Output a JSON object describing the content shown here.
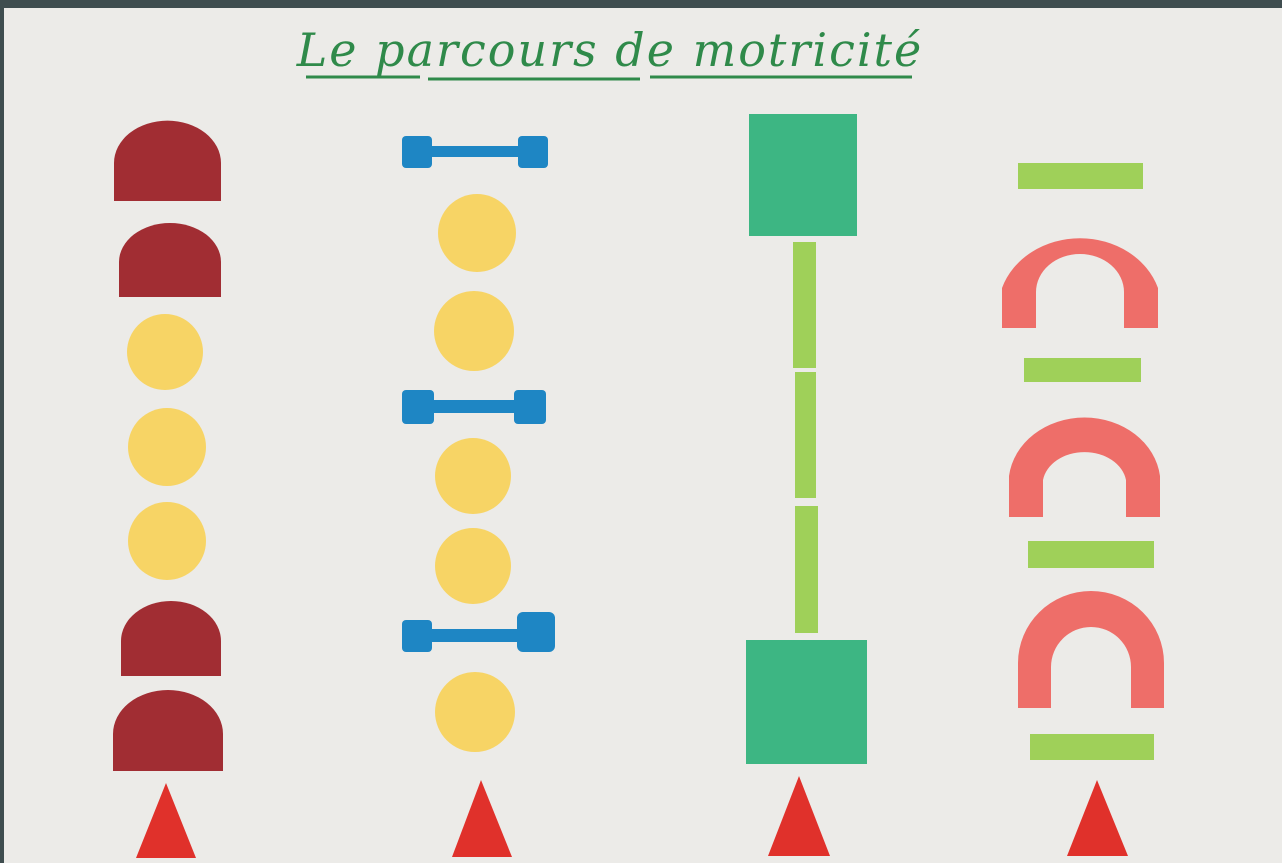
{
  "title": "Le parcours de motricité",
  "colors": {
    "paper": "#ecebe8",
    "title_ink": "#2f8a4a",
    "dark_red": "#a12d33",
    "yellow": "#f7d465",
    "blue": "#1e86c4",
    "teal": "#3db683",
    "light_green": "#9fd059",
    "coral": "#ee6e69",
    "triangle_red": "#e0312b"
  },
  "columns": [
    {
      "name": "column-1",
      "items": [
        "dome",
        "dome",
        "disc",
        "disc",
        "disc",
        "dome",
        "dome",
        "triangle"
      ]
    },
    {
      "name": "column-2",
      "items": [
        "dumbbell",
        "disc",
        "disc",
        "dumbbell",
        "disc",
        "disc",
        "dumbbell",
        "disc",
        "triangle"
      ]
    },
    {
      "name": "column-3",
      "items": [
        "square",
        "bar",
        "bar",
        "bar",
        "square",
        "triangle"
      ]
    },
    {
      "name": "column-4",
      "items": [
        "bar",
        "arch",
        "bar",
        "arch",
        "bar",
        "arch",
        "bar",
        "triangle"
      ]
    }
  ]
}
